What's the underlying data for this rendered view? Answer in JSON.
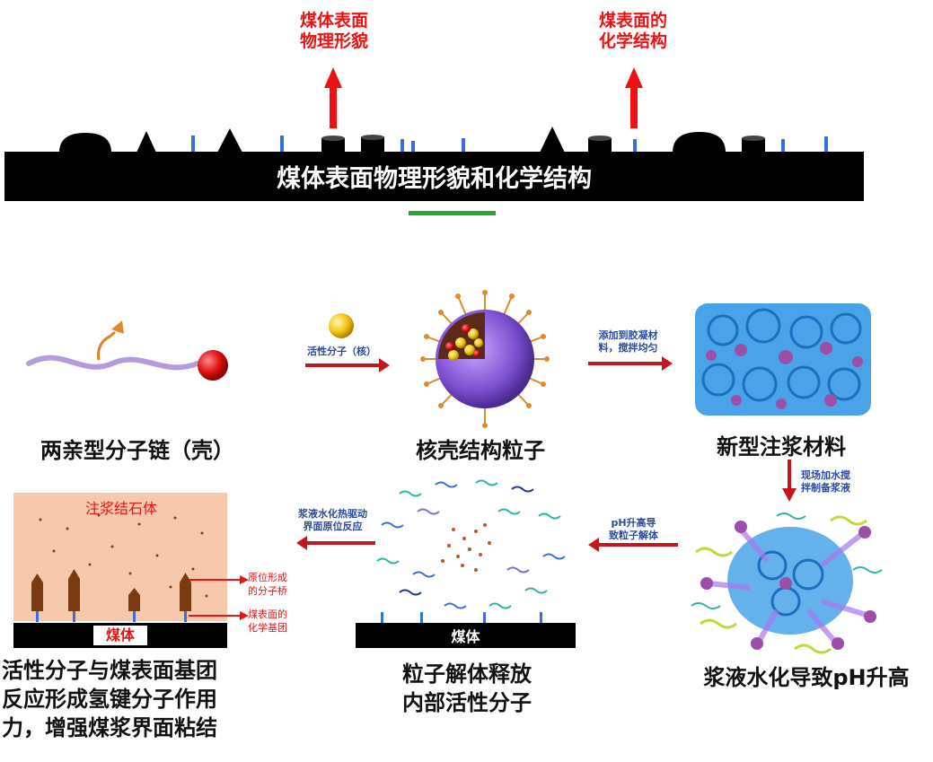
{
  "top": {
    "label_left": [
      "煤体表面",
      "物理形貌"
    ],
    "label_right": [
      "煤表面的",
      "化学结构"
    ],
    "bar_title": "煤体表面物理形貌和化学结构"
  },
  "row1": {
    "molecule_caption": "两亲型分子链（壳）",
    "arrow1_label": "活性分子（核）",
    "core_shell_caption": "核壳结构粒子",
    "arrow2_label": [
      "添加到胶凝材",
      "料，搅拌均匀"
    ],
    "material_caption": "新型注浆材料"
  },
  "row2": {
    "down_arrow_label": [
      "现场加水搅",
      "拌制备浆液"
    ],
    "arrow3_label": [
      "pH升高导",
      "致粒子解体"
    ],
    "slurry_caption": "浆液水化导致pH升高",
    "coal_label_mid": "煤体",
    "release_caption": [
      "粒子解体释放",
      "内部活性分子"
    ],
    "arrow4_label": [
      "浆液水化热驱动",
      "界面原位反应"
    ],
    "stone_label": "注浆结石体",
    "coal_label_left": "煤体",
    "bridge_label": [
      "原位形成",
      "的分子桥"
    ],
    "group_label": [
      "煤表面的",
      "化学基团"
    ],
    "final_caption": [
      "活性分子与煤表面基团",
      "反应形成氢键分子作用",
      "力，增强煤浆界面粘结"
    ]
  },
  "colors": {
    "red": "#ee1111",
    "dark_red": "#c4161c",
    "green_arrow": "#22aa33",
    "blue_group": "#3a6fd8",
    "stone_bg": "#f6c9ad",
    "pillar": "#7a3a12"
  }
}
